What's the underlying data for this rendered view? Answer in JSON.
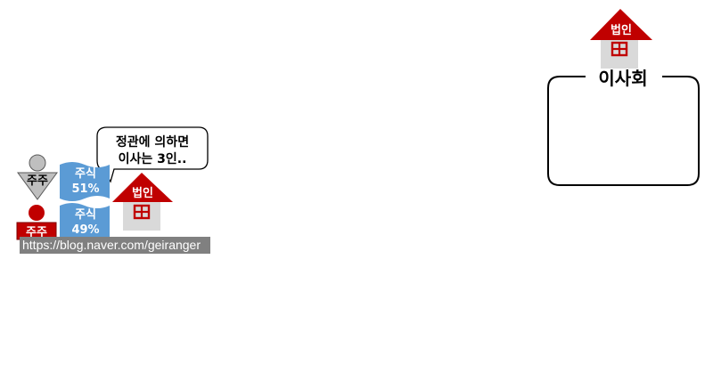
{
  "top_right": {
    "corporation_label": "법인",
    "board_label": "이사회"
  },
  "left": {
    "speech_bubble": {
      "line1": "정관에 의하면",
      "line2": "이사는 3인.."
    },
    "shareholder_top": {
      "label": "주주",
      "share_label": "주식",
      "share_percent": "51%"
    },
    "shareholder_bottom": {
      "label": "주주",
      "share_label": "주식",
      "share_percent": "49%"
    },
    "corporation_label": "법인"
  },
  "watermark": "https://blog.naver.com/geiranger",
  "colors": {
    "roof_red": "#C00000",
    "house_gray": "#D9D9D9",
    "share_blue": "#5B9BD5",
    "shareholder_gray": "#BFBFBF",
    "shareholder_red": "#C00000"
  }
}
